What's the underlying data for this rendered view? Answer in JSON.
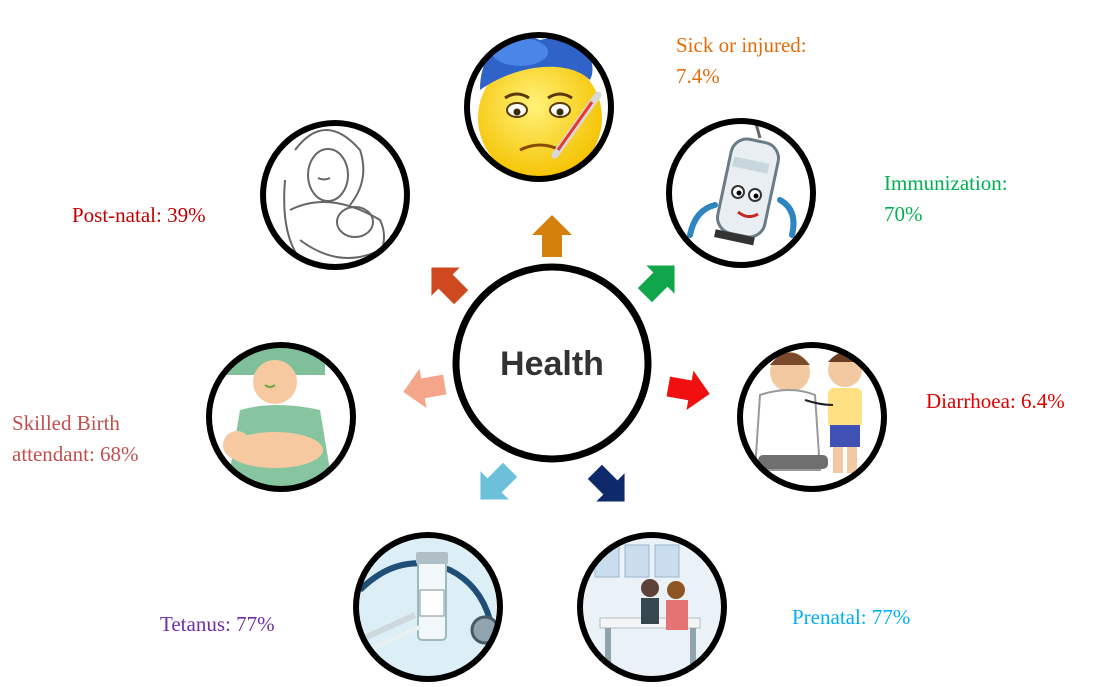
{
  "center": {
    "label": "Health"
  },
  "nodes": [
    {
      "id": "sick",
      "icon": "sick-thermometer-emoji-icon",
      "label_lines": [
        "Sick or injured:",
        "7.4%"
      ],
      "color": "#E36C0A",
      "arrow_color": "#D4800C"
    },
    {
      "id": "immunization",
      "icon": "syringe-character-icon",
      "label_lines": [
        "Immunization:",
        "70%"
      ],
      "color": "#00B050",
      "arrow_color": "#12A64C"
    },
    {
      "id": "diarrhoea",
      "icon": "doctor-examining-child-icon",
      "label_lines": [
        "Diarrhoea: 6.4%"
      ],
      "color": "#E00000",
      "arrow_color": "#F01010"
    },
    {
      "id": "prenatal",
      "icon": "prenatal-consultation-icon",
      "label_lines": [
        "Prenatal: 77%"
      ],
      "color": "#00B0F0",
      "arrow_color": "#0F2A6B"
    },
    {
      "id": "tetanus",
      "icon": "vaccine-vial-stethoscope-icon",
      "label_lines": [
        "Tetanus: 77%"
      ],
      "color": "#7030A0",
      "arrow_color": "#6CC0DA"
    },
    {
      "id": "birth",
      "icon": "nurse-holding-newborn-icon",
      "label_lines": [
        "Skilled Birth",
        "attendant: 68%"
      ],
      "color": "#C0504D",
      "arrow_color": "#F4A58A"
    },
    {
      "id": "postnatal",
      "icon": "mother-holding-baby-icon",
      "label_lines": [
        "Post-natal: 39%"
      ],
      "color": "#C00000",
      "arrow_color": "#CE4A1E"
    }
  ]
}
